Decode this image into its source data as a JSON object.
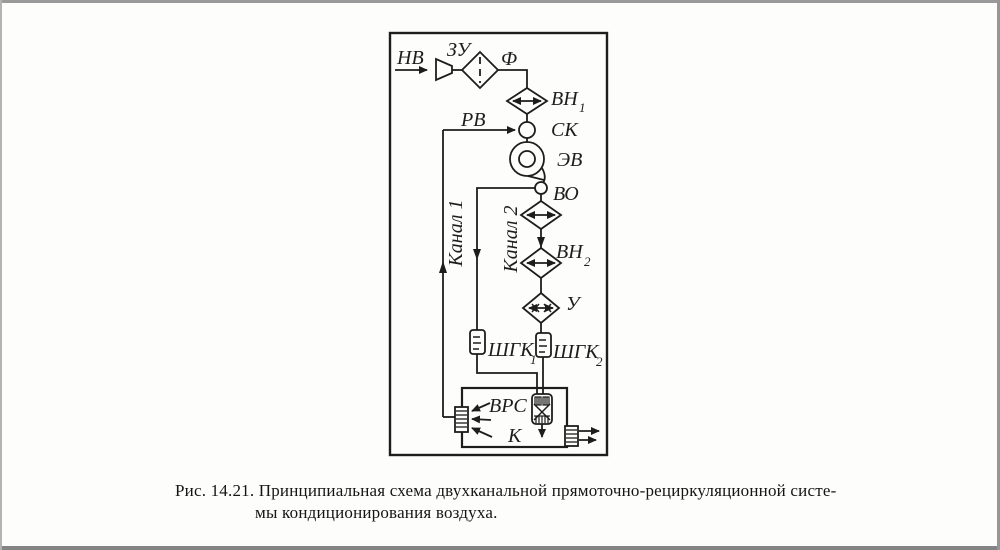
{
  "figure": {
    "caption_line1": "Рис. 14.21. Принципиальная схема двухканальной прямоточно-рециркуляционной систе-",
    "caption_line2": "мы кондиционирования воздуха."
  },
  "diagram": {
    "labels": {
      "outdoor_air": "НВ",
      "intake_device": "ЗУ",
      "filter": "Ф",
      "heater1": {
        "base": "ВН",
        "sub": "1"
      },
      "mixing_chamber": "СК",
      "recirculation_air": "РВ",
      "fan": "ЭВ",
      "air_cooler": "ВО",
      "channel1": "Канал 1",
      "channel2": "Канал 2",
      "heater2": {
        "base": "ВН",
        "sub": "2"
      },
      "humidifier": "У",
      "silencer1": {
        "base": "ШГК",
        "sub": "1"
      },
      "silencer2": {
        "base": "ШГК",
        "sub": "2"
      },
      "air_distributor": "ВРС",
      "room": "К"
    },
    "ink_color": "#1d1d1d"
  }
}
